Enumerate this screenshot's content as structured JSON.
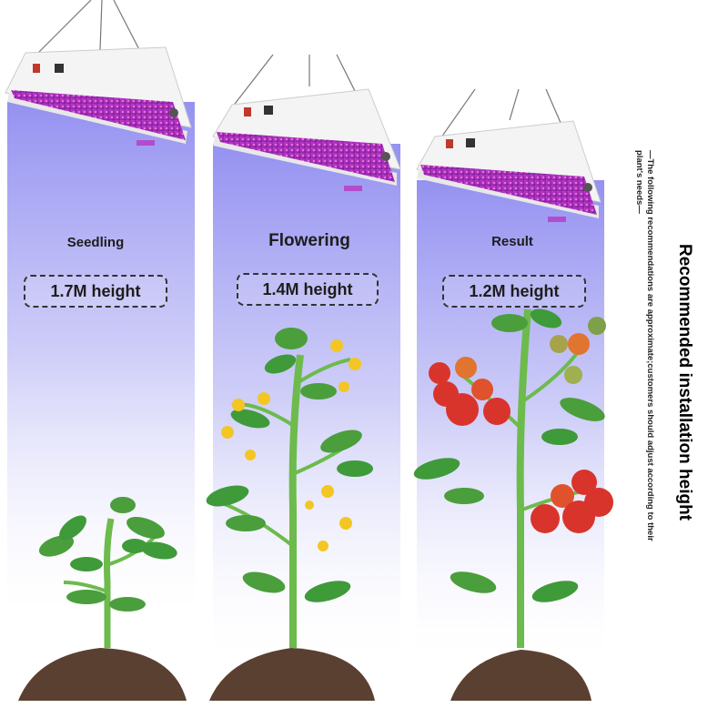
{
  "stages": [
    {
      "label": "Seedling",
      "height_text": "1.7M height"
    },
    {
      "label": "Flowering",
      "height_text": "1.4M height"
    },
    {
      "label": "Result",
      "height_text": "1.2M height"
    }
  ],
  "side": {
    "title": "Recommended installation height",
    "note_line1": "—The following recommendations are approximate;customers should adjust according to their",
    "note_line2": "plant's needs—"
  },
  "colors": {
    "light_beam": "#8a86ee",
    "panel_led": "#9b2fb0",
    "plant_green": "#5fae45",
    "leaf_green": "#3f9a3a",
    "flower_yellow": "#f3c623",
    "tomato_red": "#d9342c",
    "soil": "#5a4030"
  }
}
